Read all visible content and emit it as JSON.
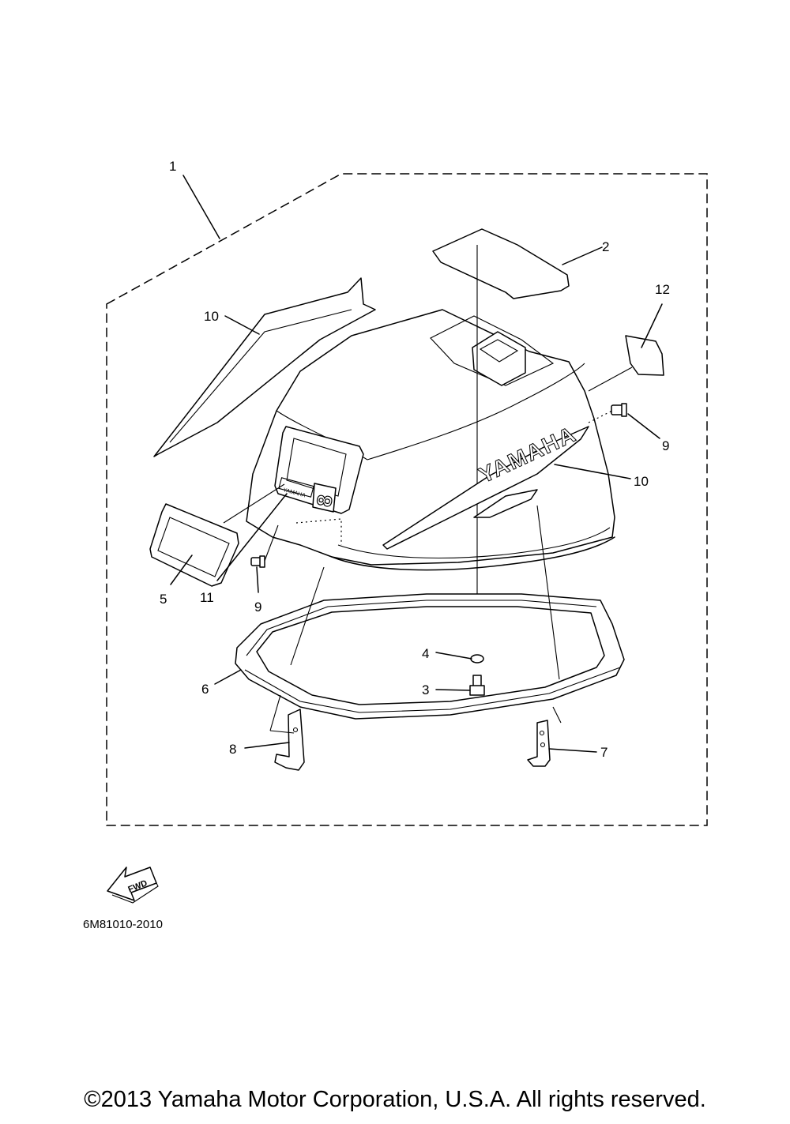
{
  "callouts": {
    "c1": "1",
    "c2": "2",
    "c3": "3",
    "c4": "4",
    "c5": "5",
    "c6": "6",
    "c7": "7",
    "c8": "8",
    "c9a": "9",
    "c9b": "9",
    "c10a": "10",
    "c10b": "10",
    "c11": "11",
    "c12": "12"
  },
  "labels": {
    "brand_decal": "YAMAHA",
    "small_brand": "YAMAHA",
    "model_number": "8",
    "fwd_badge": "FWD",
    "diagram_code": "6M81010-2010"
  },
  "footer": {
    "copyright": "©2013 Yamaha Motor Corporation, U.S.A. All rights reserved."
  }
}
